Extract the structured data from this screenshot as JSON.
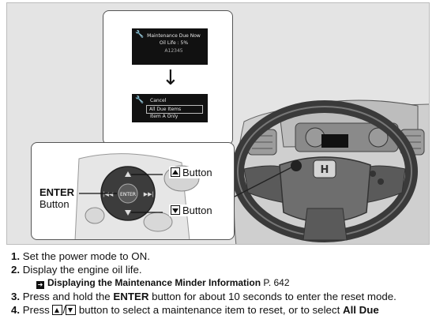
{
  "display1": {
    "title": "Maintenance Due Now",
    "oil_life": "Oil Life :   5%",
    "code": "A12345"
  },
  "display2": {
    "items": [
      "Cancel",
      "All Due Items",
      "Item A Only"
    ]
  },
  "labels": {
    "enter_bold": "ENTER",
    "enter_rest": "Button",
    "up_button": "Button",
    "down_button": "Button",
    "enter_chip": "ENTER"
  },
  "steps": {
    "s1_num": "1.",
    "s1_text": " Set the power mode to ON.",
    "s2_num": "2.",
    "s2_text": " Display the engine oil life.",
    "xref_title": "Displaying the Maintenance Minder Information",
    "xref_page": " P. 642",
    "s3_num": "3.",
    "s3_pre": " Press and hold the ",
    "s3_bold": "ENTER",
    "s3_post": " button for about 10 seconds to enter the reset mode.",
    "s4_num": "4.",
    "s4_pre": " Press ",
    "s4_mid": " button to select a maintenance item to reset, or to select ",
    "s4_bold": "All Due"
  },
  "colors": {
    "figure_bg": "#e4e4e4",
    "screen_bg": "#111111"
  }
}
